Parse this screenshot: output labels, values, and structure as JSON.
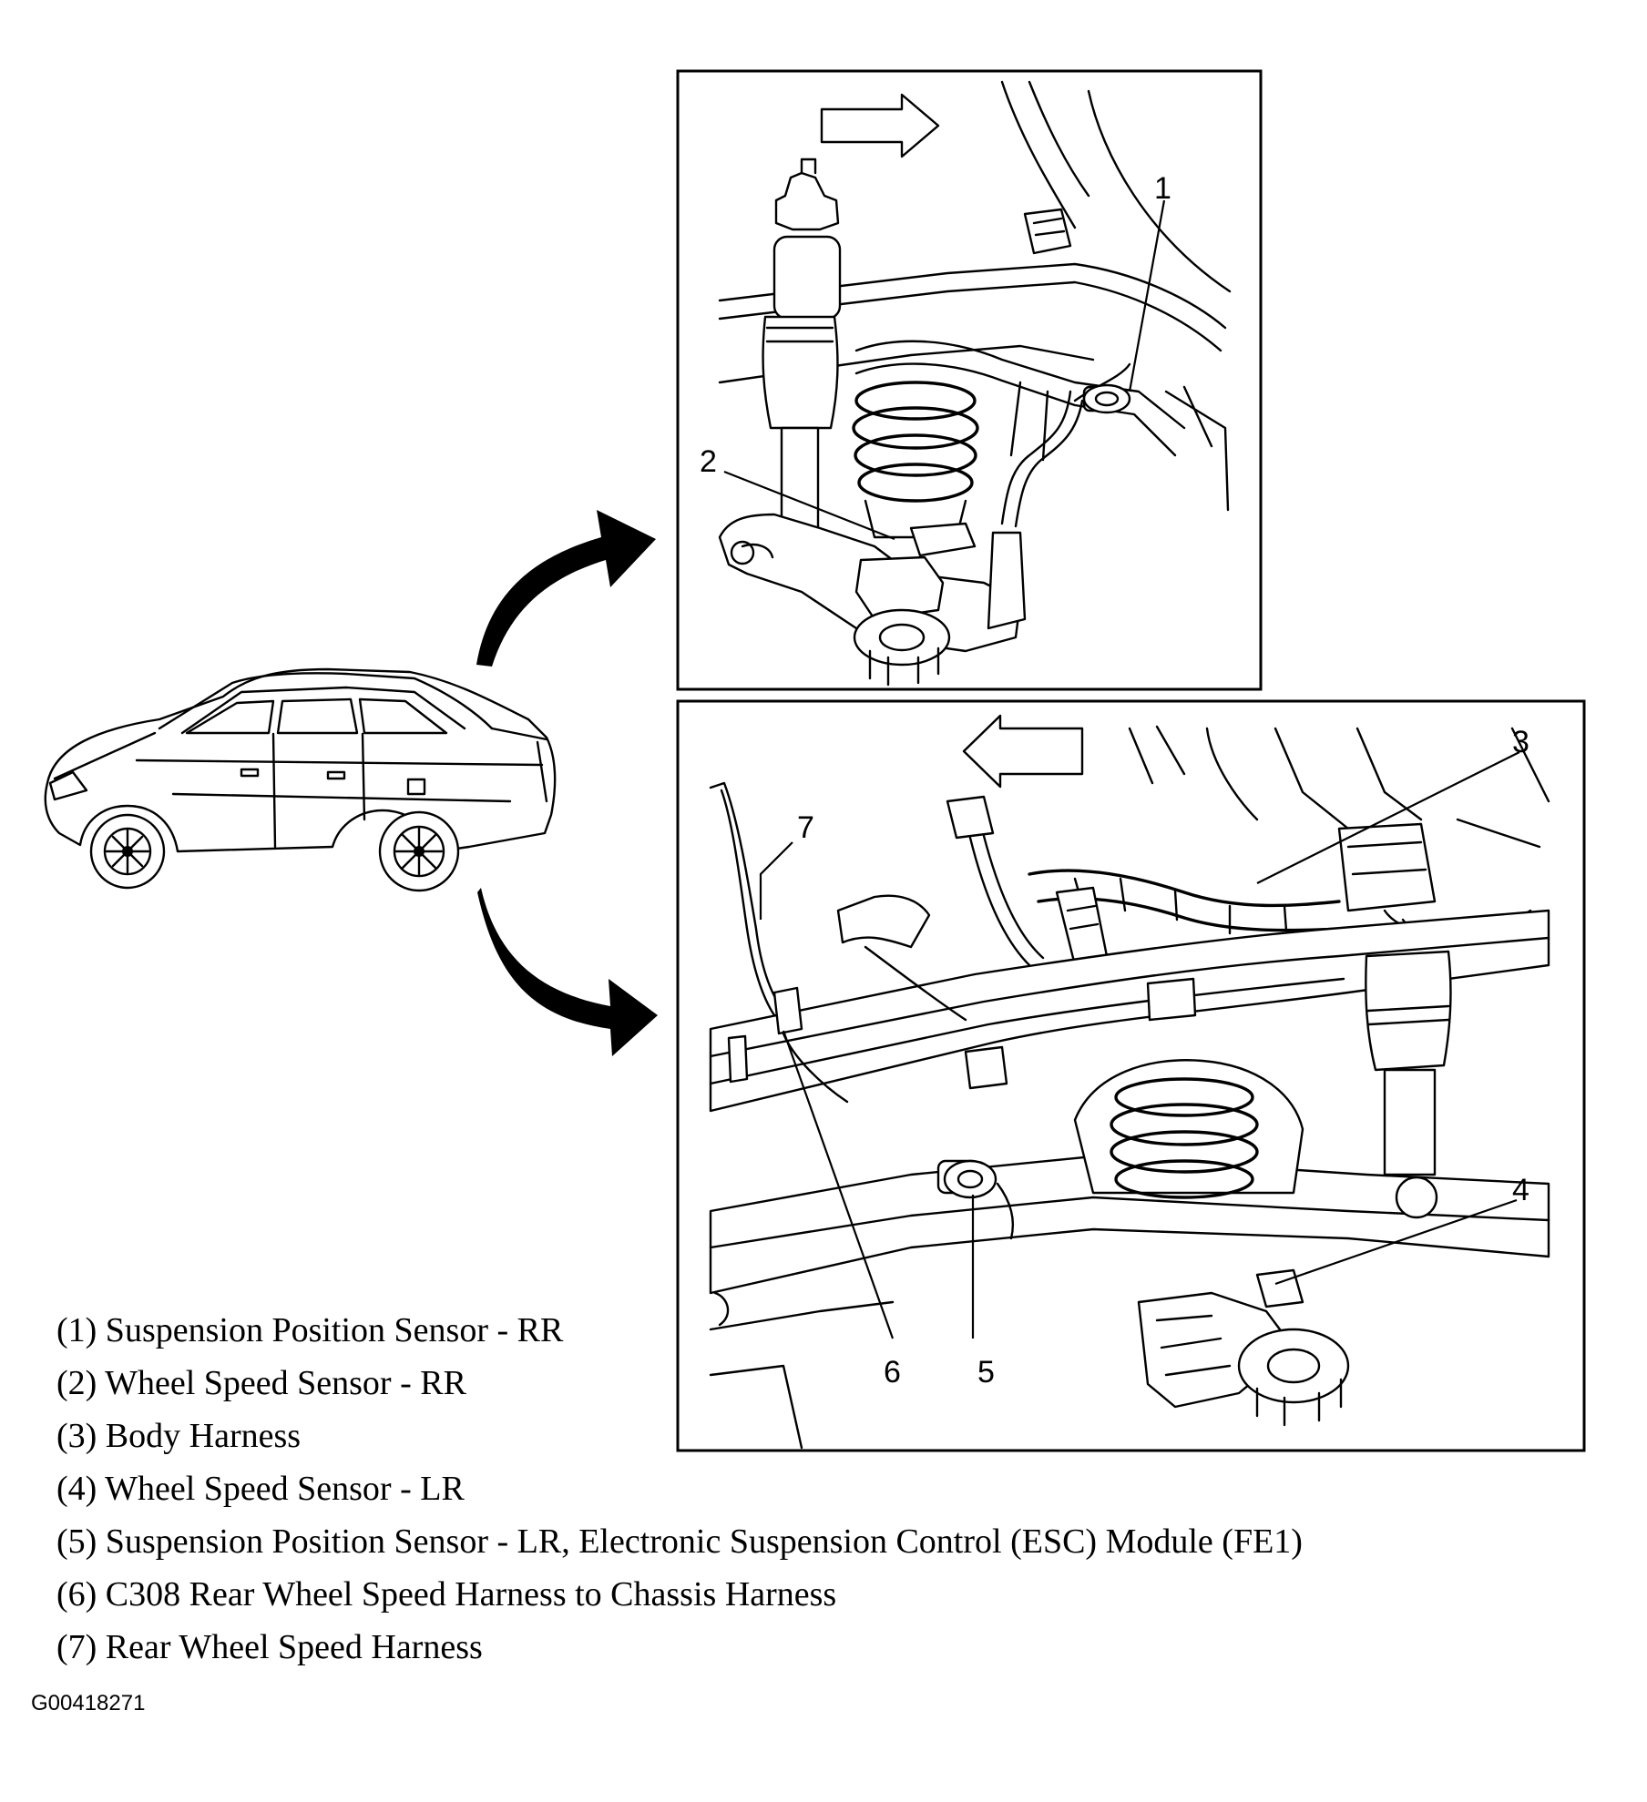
{
  "callouts": [
    "1",
    "2",
    "3",
    "4",
    "5",
    "6",
    "7"
  ],
  "legend": [
    "(1) Suspension Position Sensor - RR",
    "(2) Wheel Speed Sensor - RR",
    "(3) Body Harness",
    "(4) Wheel Speed Sensor - LR",
    "(5) Suspension Position Sensor - LR, Electronic Suspension Control (ESC) Module (FE1)",
    "(6) C308 Rear Wheel Speed Harness to Chassis Harness",
    "(7) Rear Wheel Speed Harness"
  ],
  "figure_id": "G00418271",
  "icons": [
    "vehicle-sedan-icon",
    "direction-arrow-right-icon",
    "direction-arrow-left-icon",
    "curved-pointer-arrow-icon"
  ]
}
